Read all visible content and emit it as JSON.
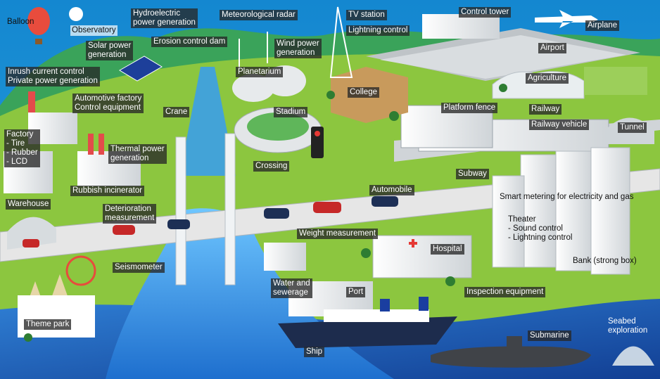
{
  "labels": {
    "balloon": "Balloon",
    "observatory": "Observatory",
    "hydroelectric": "Hydroelectric\npower generation",
    "meteorological_radar": "Meteorological radar",
    "tv_station": "TV station",
    "lightning_control": "Lightning control",
    "control_tower": "Control tower",
    "airplane": "Airplane",
    "solar_power": "Solar power\ngeneration",
    "erosion_control_dam": "Erosion control dam",
    "wind_power": "Wind power\ngeneration",
    "airport": "Airport",
    "inrush_current": "Inrush current control\nPrivate power generation",
    "planetarium": "Planetarium",
    "college": "College",
    "agriculture": "Agriculture",
    "automotive_factory": "Automotive factory\nControl equipment",
    "crane": "Crane",
    "stadium": "Stadium",
    "platform_fence": "Platform fence",
    "railway": "Railway",
    "railway_vehicle": "Railway vehicle",
    "tunnel": "Tunnel",
    "factory": "Factory\n- Tire\n- Rubber\n- LCD",
    "thermal_power": "Thermal power\ngeneration",
    "crossing": "Crossing",
    "subway": "Subway",
    "rubbish_incinerator": "Rubbish incinerator",
    "automobile": "Automobile",
    "smart_metering": "Smart metering for electricity and gas",
    "warehouse": "Warehouse",
    "deterioration": "Deterioration\nmeasurement",
    "theater": "Theater\n- Sound control\n- Lightning control",
    "weight_measurement": "Weight measurement",
    "hospital": "Hospital",
    "bank": "Bank (strong box)",
    "seismometer": "Seismometer",
    "water_sewerage": "Water and\nsewerage",
    "port": "Port",
    "inspection_equipment": "Inspection equipment",
    "theme_park": "Theme park",
    "submarine": "Submarine",
    "seabed_exploration": "Seabed\nexploration",
    "ship": "Ship"
  },
  "colors": {
    "sky": "#1a7fc4",
    "grass": "#8cc63f",
    "sea": "#1f5fb5",
    "road": "#e6e6e6",
    "label_bg": "#333333"
  }
}
